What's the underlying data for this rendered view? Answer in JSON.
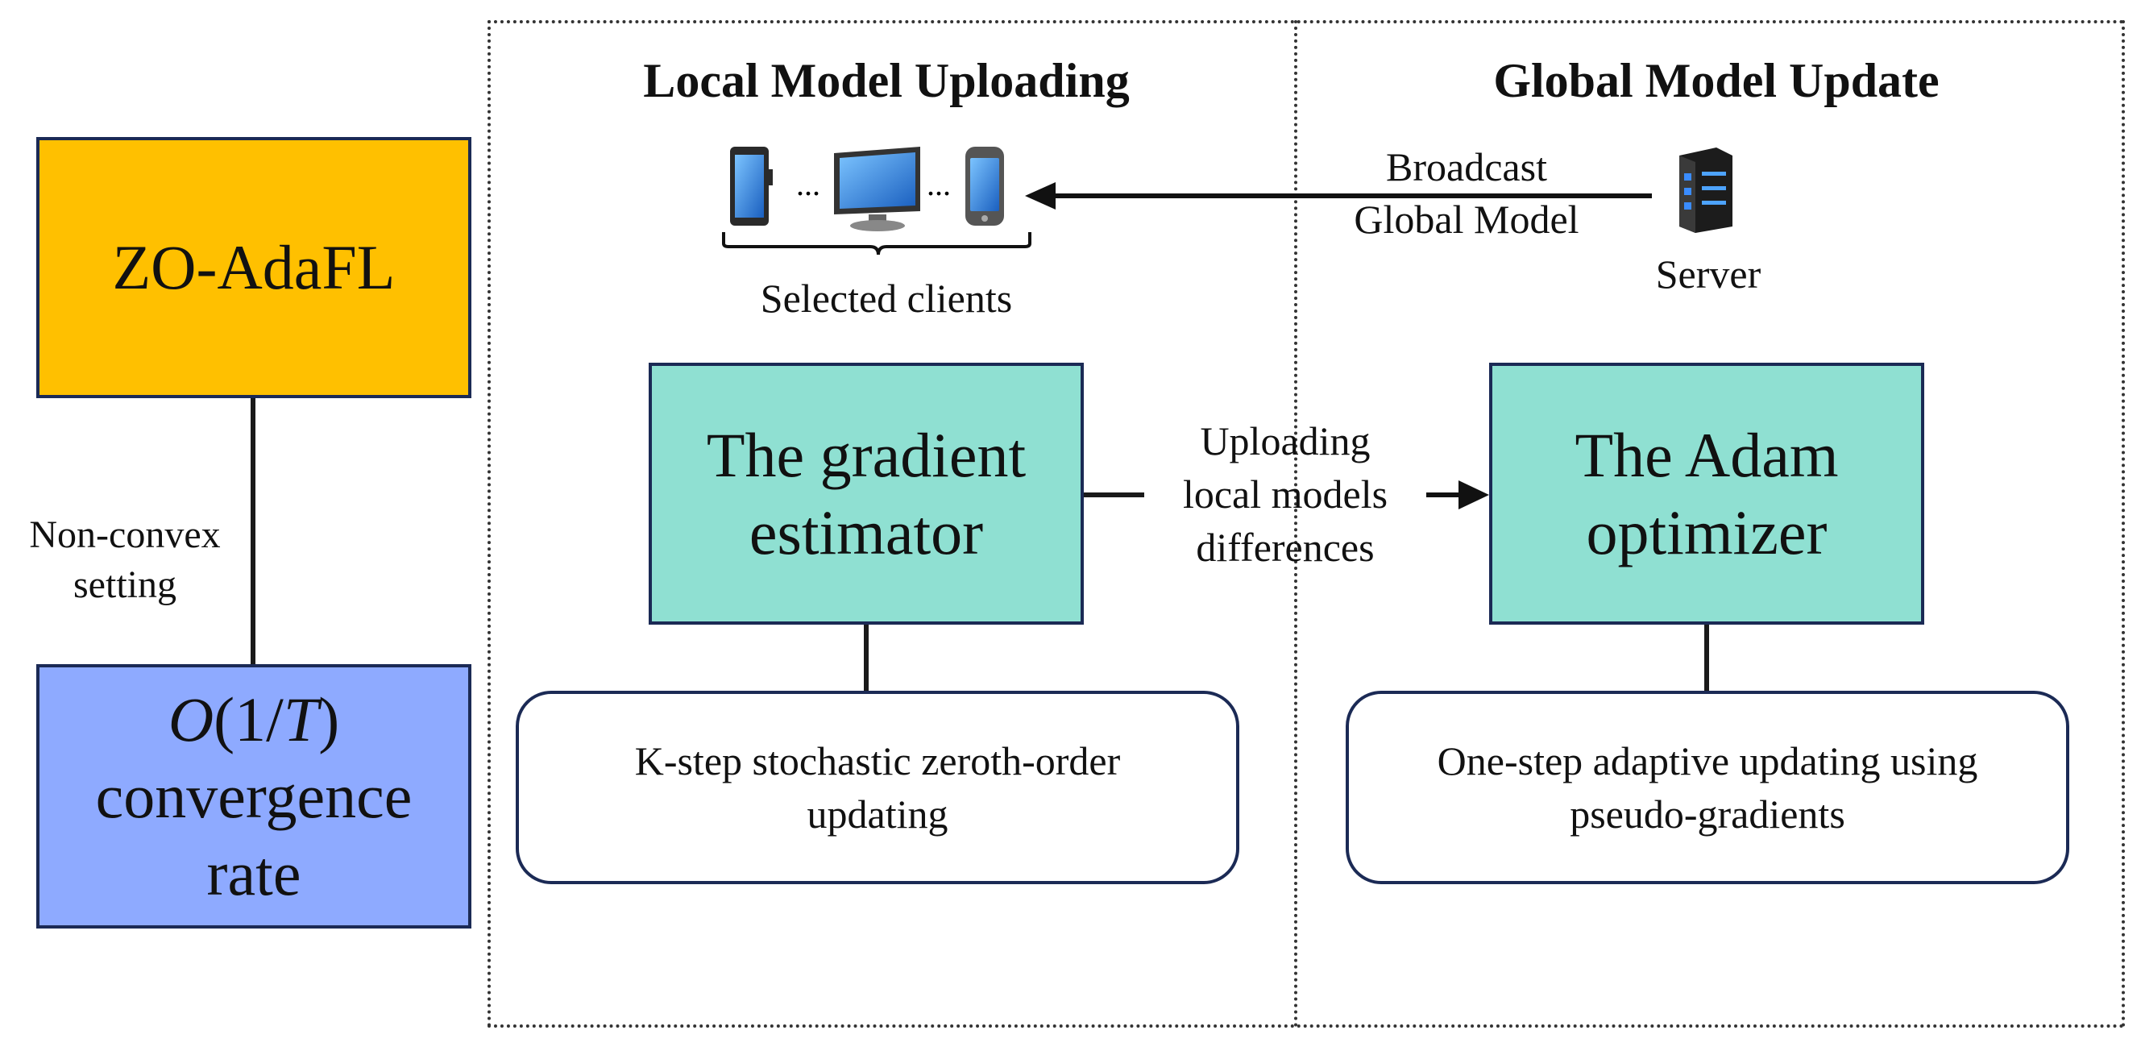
{
  "left": {
    "top_box": "ZO-AdaFL",
    "connector_label_line1": "Non-convex",
    "connector_label_line2": "setting",
    "bottom_box_formula_O": "O",
    "bottom_box_formula_open": "(1/",
    "bottom_box_formula_T": "T",
    "bottom_box_formula_close": ")",
    "bottom_box_line2": "convergence",
    "bottom_box_line3": "rate"
  },
  "local": {
    "title": "Local Model Uploading",
    "clients_label": "Selected clients",
    "ellipsis": "...",
    "estimator_line1": "The gradient",
    "estimator_line2": "estimator",
    "step_line1": "K-step stochastic zeroth-order",
    "step_line2": "updating"
  },
  "middle": {
    "upload_line1": "Uploading",
    "upload_line2": "local models",
    "upload_line3": "differences",
    "broadcast_line1": "Broadcast",
    "broadcast_line2": "Global Model"
  },
  "global": {
    "title": "Global Model Update",
    "server_label": "Server",
    "optimizer_line1": "The Adam",
    "optimizer_line2": "optimizer",
    "step_line1": "One-step adaptive updating using",
    "step_line2": "pseudo-gradients"
  },
  "colors": {
    "orange": "#ffc000",
    "blue": "#8eaaff",
    "teal": "#8fe0d2",
    "border": "#1b2a55"
  }
}
